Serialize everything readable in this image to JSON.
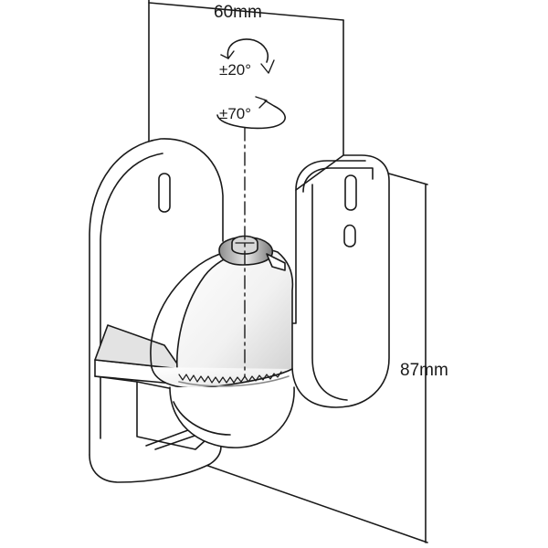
{
  "diagram": {
    "dimensions": {
      "width_label": "60mm",
      "height_label": "87mm"
    },
    "rotation": {
      "tilt_label": "±20°",
      "swivel_label": "±70°"
    },
    "colors": {
      "line": "#1a1a1a",
      "fill": "#ffffff",
      "shade": "#bdbdbd",
      "light_shade": "#e3e3e3"
    }
  }
}
